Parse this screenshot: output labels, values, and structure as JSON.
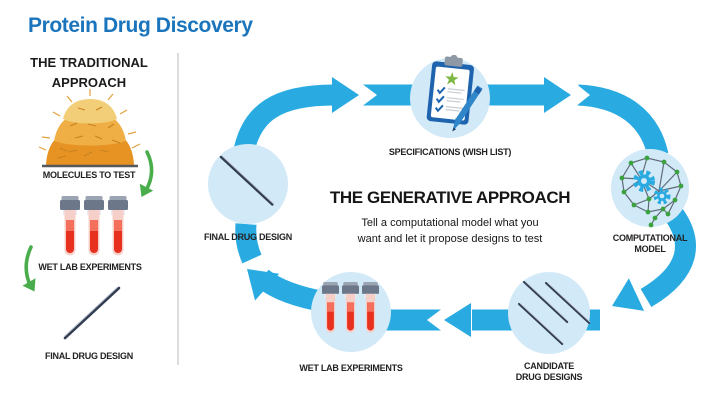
{
  "title": "Protein Drug Discovery",
  "colors": {
    "title_blue": "#1B75BC",
    "cycle_arrow_blue": "#29ABE2",
    "node_circle_fill": "#D2E9F8",
    "green_arrow": "#4AAD4C",
    "tube_liquid_red": "#E8301F",
    "hay_orange": "#EFAF45"
  },
  "left_panel": {
    "heading_lines": [
      "THE TRADITIONAL",
      "APPROACH"
    ],
    "connector_icon": "green-curved-arrow-icon",
    "steps": [
      {
        "label": "MOLECULES TO TEST",
        "icon": "haystack-icon"
      },
      {
        "label": "WET LAB EXPERIMENTS",
        "icon": "test-tubes-icon"
      },
      {
        "label": "FINAL DRUG DESIGN",
        "icon": "needle-icon"
      }
    ]
  },
  "cycle": {
    "heading": "THE GENERATIVE APPROACH",
    "subtitle_lines": [
      "Tell a computational model what you",
      "want and let it propose designs to test"
    ],
    "nodes": [
      {
        "id": "specifications",
        "label": "SPECIFICATIONS (WISH LIST)",
        "icon": "clipboard-checklist-icon"
      },
      {
        "id": "computational-model",
        "lines": [
          "COMPUTATIONAL",
          "MODEL"
        ],
        "icon": "brain-network-icon"
      },
      {
        "id": "candidate-drug-designs",
        "lines": [
          "CANDIDATE",
          "DRUG DESIGNS"
        ],
        "icon": "needles-icon"
      },
      {
        "id": "wet-lab-experiments",
        "label": "WET LAB EXPERIMENTS",
        "icon": "test-tubes-icon"
      },
      {
        "id": "final-drug-design",
        "label": "FINAL DRUG DESIGN",
        "icon": "needle-icon"
      }
    ]
  }
}
